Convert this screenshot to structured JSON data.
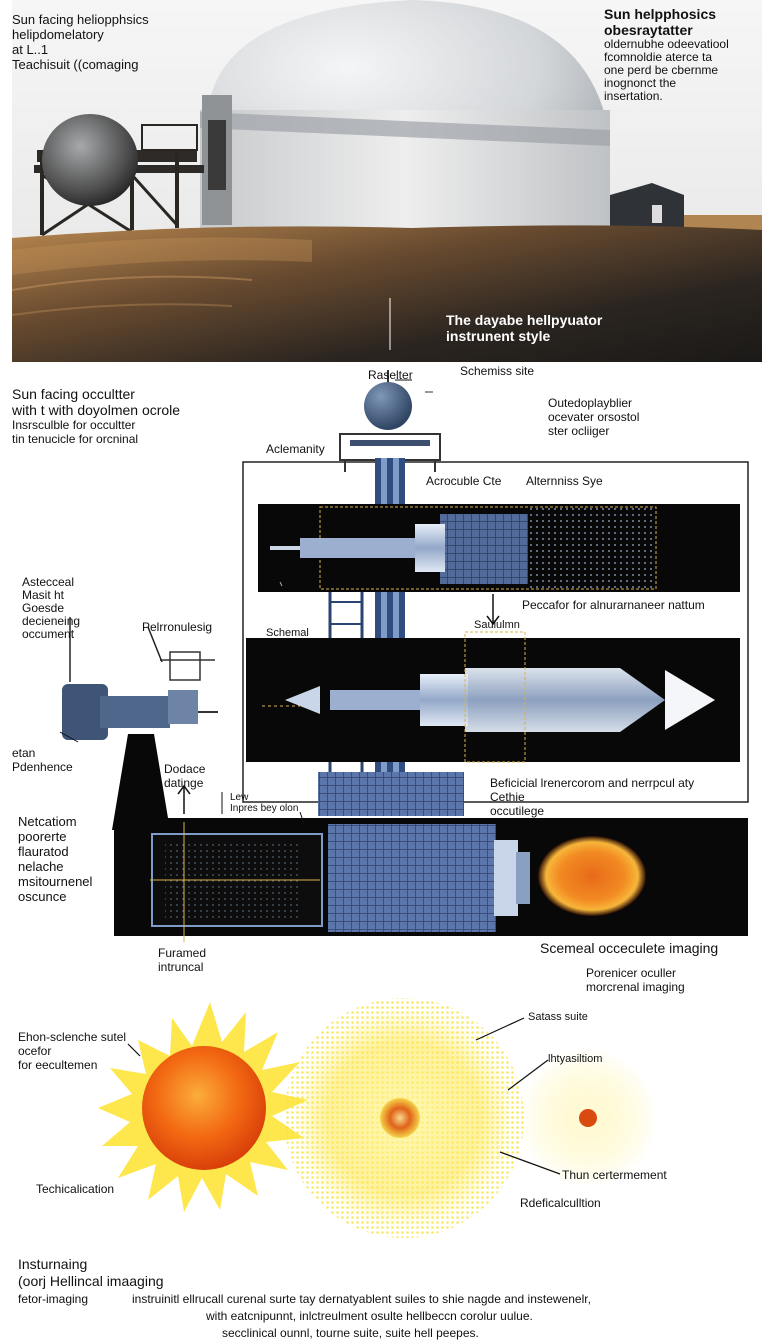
{
  "photo": {
    "top_left_caption": "Sun facing heliopphsics\nhelipdomelatory\nat L..1\nTeachisuit ((comaging",
    "top_right_title": "Sun helpphosics\nobesraytatter",
    "top_right_body": "oldernubhe odeevatiool\nfcomnoldie aterce ta\none perd be cbernme\ninognonct the\ninsertation.",
    "overlay_caption": "The dayabe hellpyuator\ninstrunent style"
  },
  "schematic": {
    "left_title": "Sun facing occultter\nwith t with doyolmen ocrole",
    "left_sub": "Insrsculble for occultter\ntin tenucicle for orcninal",
    "top_label": "Raselter",
    "top_right_label": "Schemiss site",
    "right_note": "Outedoplayblier\nocevater orsostol\nster ocliiger",
    "assembly_label": "Aclemanity",
    "acc_label": "Acrocuble Cte",
    "alt_label": "Alternniss Sye",
    "left_block": "Astecceal\nMasit ht\nGoesde\ndecieneing\noccument",
    "peltron_label": "Pelrronulesig",
    "schemal_label": "Schemal",
    "saulumn_label": "Saululmn",
    "peccafor_label": "Peccafor for alnurarnaneer nattum",
    "etan_label": "etan\nPdenhence",
    "dodace_label": "Dodace\ndatinge",
    "lew_label": "Lew\nInpres bey olon",
    "beficial_label": "Beficicial lrenercorom and nerrpcul aty\nCethie\noccutilege",
    "netcatiom_label": "Netcatiom\npoorerte\nflauratod\nnelache\nmsitournenel\noscunce",
    "furamed_label": "Furamed\nintruncal",
    "scemeal_caption": "Scemeal occeculete imaging",
    "porencier_caption": "Porenicer oculler\nmorcrenal imaging"
  },
  "suns": {
    "left_note": "Ehon-sclenche sutel\nocefor\nfor eecultemen",
    "satass_label": "Satass suite",
    "hitya_label": "lhtyasiltiom",
    "thun_label": "Thun certermement",
    "technical_label": "Techicalication",
    "refefical_label": "Rdeficalculltion"
  },
  "footer": {
    "left_1": "Insturnaing",
    "left_2": "(oorj  Hellincal imaaging",
    "left_3": "fetor-imaging",
    "line_1": "instruinitl ellrucall curenal surte tay dernatyablent suiles to shie nagde and instewenelr,",
    "line_2": "with eatcnipunnt, inlctreulment osulte hellbeccn corolur uulue.",
    "line_3": "secclinical ounnl, tourne suite,  suite hell peepes."
  },
  "colors": {
    "photo_sky": "#ececec",
    "dome": "#e4e6e8",
    "ground": "#1f1d1b",
    "steel_blue": "#4c6380",
    "panel_black": "#080808",
    "grid_blue": "#6f8fc4",
    "sun_orange": "#f26410",
    "sun_yellow": "#fde74c"
  }
}
